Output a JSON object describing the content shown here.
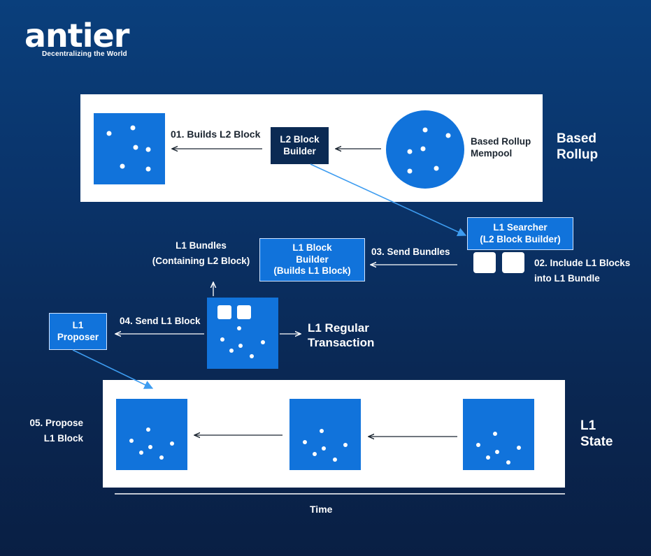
{
  "brand": {
    "logo": "antier",
    "tagline": "Decentralizing the World"
  },
  "based_rollup": {
    "section_label_line1": "Based",
    "section_label_line2": "Rollup",
    "step1": "01. Builds L2 Block",
    "builder_line1": "L2 Block",
    "builder_line2": "Builder",
    "mempool_line1": "Based Rollup",
    "mempool_line2": "Mempool"
  },
  "searcher": {
    "line1": "L1 Searcher",
    "line2": "(L2 Block Builder)"
  },
  "step2": {
    "line1": "02. Include L1 Blocks",
    "line2": "into L1 Bundle"
  },
  "l1_builder": {
    "line1": "L1 Block",
    "line2": "Builder",
    "line3": "(Builds L1 Block)"
  },
  "step3": "03. Send Bundles",
  "bundles": {
    "line1": "L1 Bundles",
    "line2": "(Containing L2 Block)"
  },
  "step4": "04. Send L1 Block",
  "proposer": {
    "line1": "L1",
    "line2": "Proposer"
  },
  "regular_tx": {
    "line1": "L1 Regular",
    "line2": "Transaction"
  },
  "step5": {
    "line1": "05. Propose",
    "line2": "L1 Block"
  },
  "l1_state": {
    "line1": "L1",
    "line2": "State"
  },
  "time_label": "Time"
}
